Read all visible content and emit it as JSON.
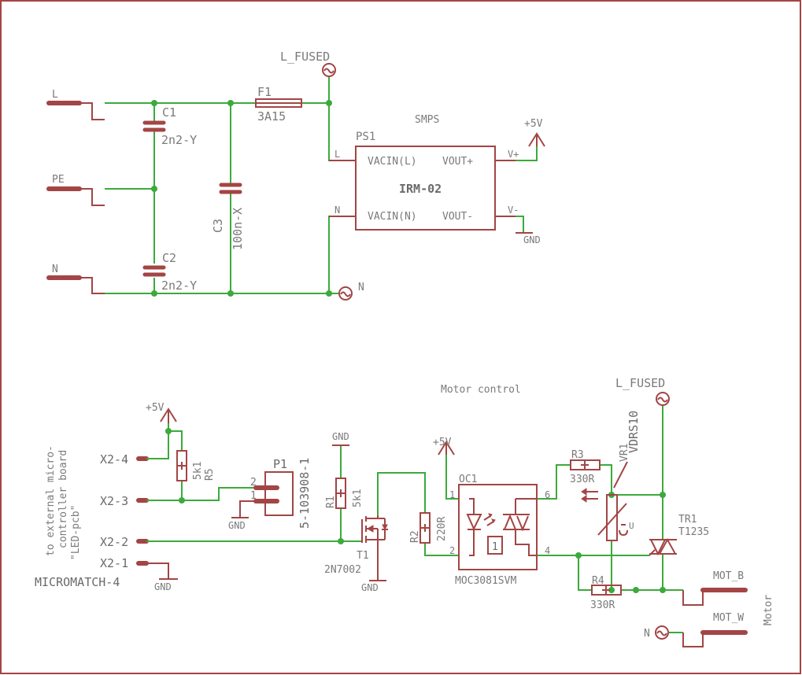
{
  "labels": {
    "l": "L",
    "pe": "PE",
    "n": "N",
    "l_fused_top": "L_FUSED",
    "l_fused_bottom": "L_FUSED",
    "c1": "C1",
    "c1_val": "2n2-Y",
    "c2": "C2",
    "c2_val": "2n2-Y",
    "c3": "C3",
    "c3_val": "100n-X",
    "f1": "F1",
    "f1_val": "3A15",
    "smps": "SMPS",
    "ps1": "PS1",
    "irm": "IRM-02",
    "vacin_l": "VACIN(L)",
    "vacin_n": "VACIN(N)",
    "vout_p": "VOUT+",
    "vout_m": "VOUT-",
    "pin_l": "L",
    "pin_n": "N",
    "v_plus": "V+",
    "v_minus": "V-",
    "p5v_top": "+5V",
    "gnd_top": "GND",
    "n_sym_top": "N",
    "motor_control": "Motor control",
    "p5v_left": "+5V",
    "p5v_mid": "+5V",
    "to_external": "to external micro-",
    "controller_board": "controller board",
    "led_pcb": "\"LED-pcb\"",
    "x2_4": "X2-4",
    "x2_3": "X2-3",
    "x2_2": "X2-2",
    "x2_1": "X2-1",
    "micromatch": "MICROMATCH-4",
    "gnd_x2": "GND",
    "r5": "R5",
    "r5_val": "5k1",
    "p1": "P1",
    "p1_part": "5-103908-1",
    "p1_pin2": "2",
    "p1_pin1": "1",
    "gnd_p1": "GND",
    "gnd_r1": "GND",
    "r1": "R1",
    "r1_val": "5k1",
    "t1": "T1",
    "t1_val": "2N7002",
    "gnd_t1": "GND",
    "r2": "R2",
    "r2_val": "220R",
    "oc1": "OC1",
    "oc1_part": "MOC3081SVM",
    "oc_pin1": "1",
    "oc_pin2": "2",
    "oc_pin4": "4",
    "oc_pin6": "6",
    "oc_inner": "1",
    "r3": "R3",
    "r3_val": "330R",
    "r4": "R4",
    "r4_val": "330R",
    "vr1": "VR1",
    "vr1_val": "VDRS10",
    "vr1_u": "U",
    "tr1": "TR1",
    "tr1_val": "T1235",
    "mot_b": "MOT_B",
    "mot_w": "MOT_W",
    "motor": "Motor",
    "n_sym_bottom": "N"
  },
  "colors": {
    "symbol": "#a34545",
    "wire": "#3caa3c",
    "text": "#7a7a7a"
  }
}
